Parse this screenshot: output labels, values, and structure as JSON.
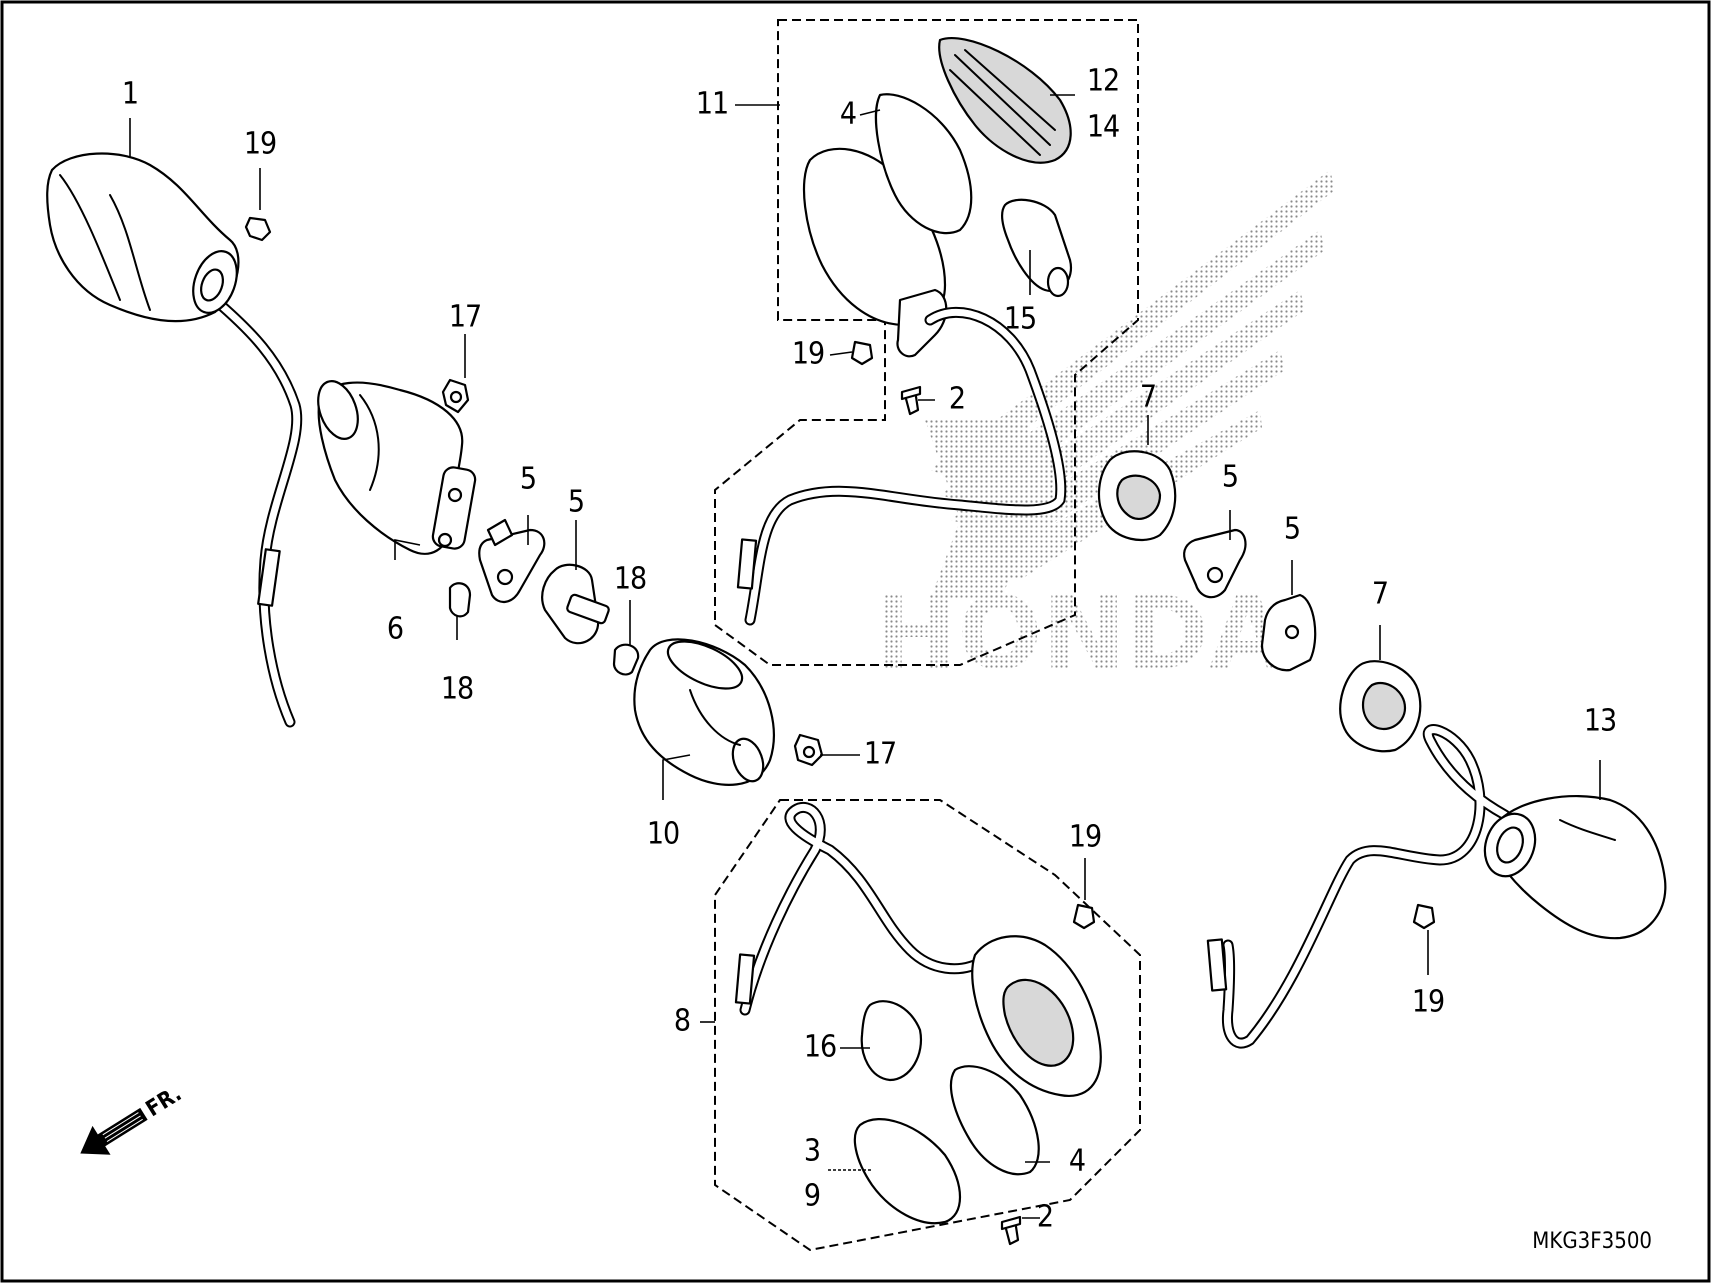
{
  "diagram_code": "MKG3F3500",
  "direction_label": "FR.",
  "watermark_text": "HONDA",
  "callouts": {
    "c1": "1",
    "c19a": "19",
    "c17a": "17",
    "c6": "6",
    "c18a": "18",
    "c5a": "5",
    "c5b": "5",
    "c18b": "18",
    "c10": "10",
    "c17b": "17",
    "c11": "11",
    "c4a": "4",
    "c12": "12",
    "c14": "14",
    "c15": "15",
    "c19b": "19",
    "c2a": "2",
    "c7a": "7",
    "c5c": "5",
    "c5d": "5",
    "c7b": "7",
    "c13": "13",
    "c19c": "19",
    "c19d": "19",
    "c8": "8",
    "c16": "16",
    "c3": "3",
    "c9": "9",
    "c4b": "4",
    "c2b": "2"
  }
}
